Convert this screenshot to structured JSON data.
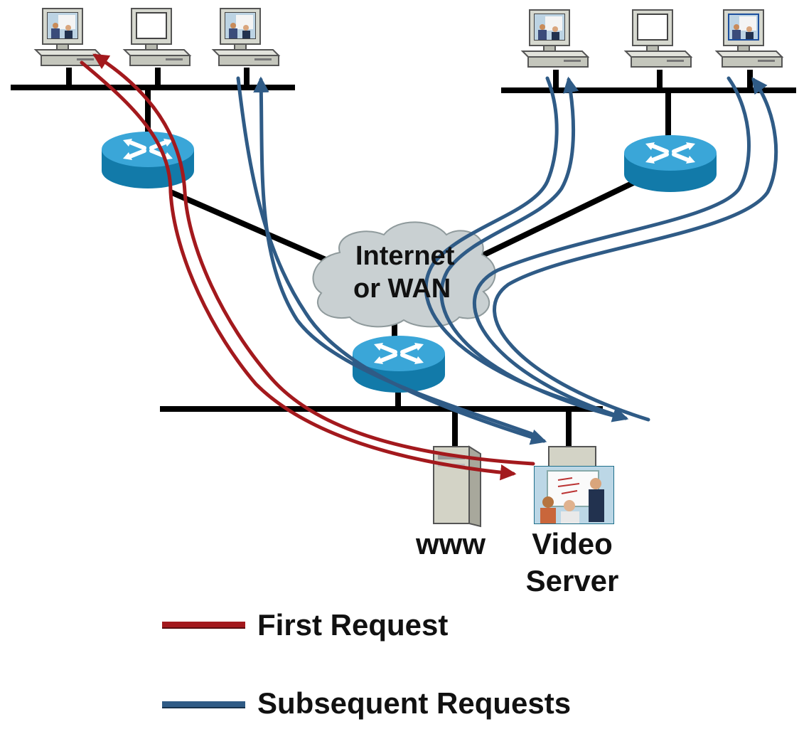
{
  "cloud": {
    "line1": "Internet",
    "line2": "or WAN"
  },
  "servers": {
    "www_label": "www",
    "video_line1": "Video",
    "video_line2": "Server"
  },
  "legend": {
    "first_label": "First Request",
    "first_color": "#a3191d",
    "subsequent_label": "Subsequent Requests",
    "subsequent_color": "#2f5b86"
  },
  "icons": {
    "pc": "desktop-computer-icon",
    "router": "router-icon",
    "cloud": "cloud-icon",
    "server": "server-tower-icon",
    "video": "presentation-video-icon"
  },
  "colors": {
    "router_top": "#3aa6d8",
    "router_side": "#127aa9",
    "cloud_fill": "#c9d0d2",
    "pc_body": "#d6d8cf",
    "link": "#000000"
  }
}
